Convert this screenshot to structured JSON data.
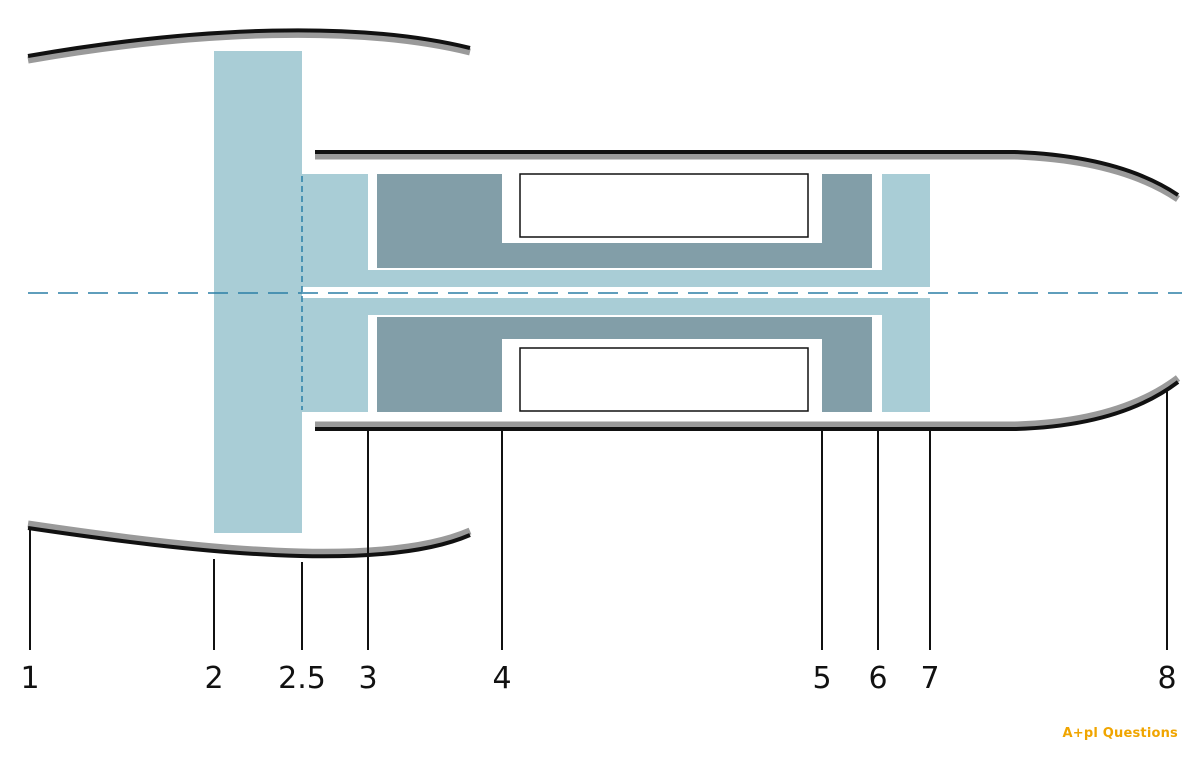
{
  "stations": [
    "1",
    "2",
    "2.5",
    "3",
    "4",
    "5",
    "6",
    "7",
    "8"
  ],
  "brand": "A+pl Questions",
  "colors": {
    "fan_compressor": "#a9cdd6",
    "combustor_turbine_block": "#829ea8",
    "casing": "#111111",
    "casing_shadow": "#9a9a9a",
    "centerline": "#2a7fa6",
    "brand": "#f0a500"
  }
}
